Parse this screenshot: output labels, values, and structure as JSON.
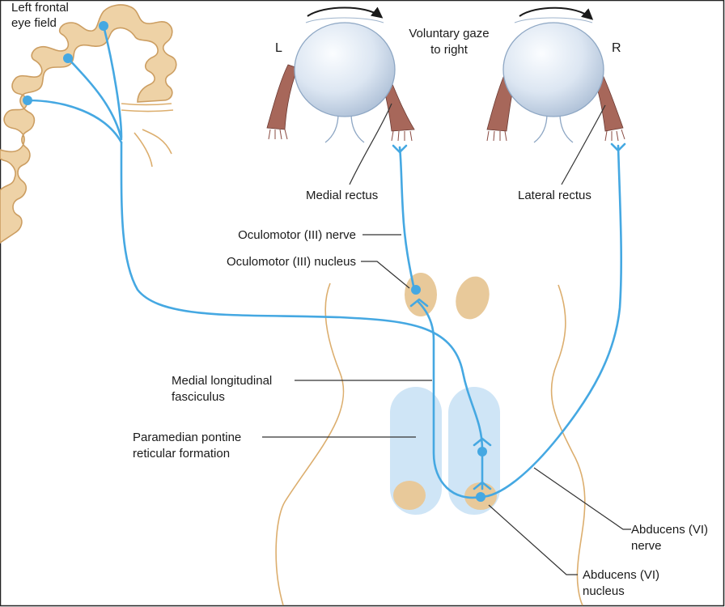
{
  "labels": {
    "frontal_eye_field_1": "Left frontal",
    "frontal_eye_field_2": "eye field",
    "side_left": "L",
    "side_right": "R",
    "voluntary_gaze_1": "Voluntary gaze",
    "voluntary_gaze_2": "to right",
    "medial_rectus": "Medial rectus",
    "lateral_rectus": "Lateral rectus",
    "oculomotor_nerve": "Oculomotor (III) nerve",
    "oculomotor_nucleus": "Oculomotor (III) nucleus",
    "mlf_1": "Medial longitudinal",
    "mlf_2": "fasciculus",
    "pprf_1": "Paramedian pontine",
    "pprf_2": "reticular formation",
    "abducens_nerve_1": "Abducens (VI)",
    "abducens_nerve_2": "nerve",
    "abducens_nucleus_1": "Abducens (VI)",
    "abducens_nucleus_2": "nucleus"
  },
  "colors": {
    "nerve": "#45a8e2",
    "nucleus": "#e8c99a",
    "cortex": "#eed2a6",
    "brainstem_outline": "#dcae6e",
    "muscle": "#a7675a",
    "pprf_column": "#cfe5f6",
    "eyeball": "#dfe8f3"
  }
}
